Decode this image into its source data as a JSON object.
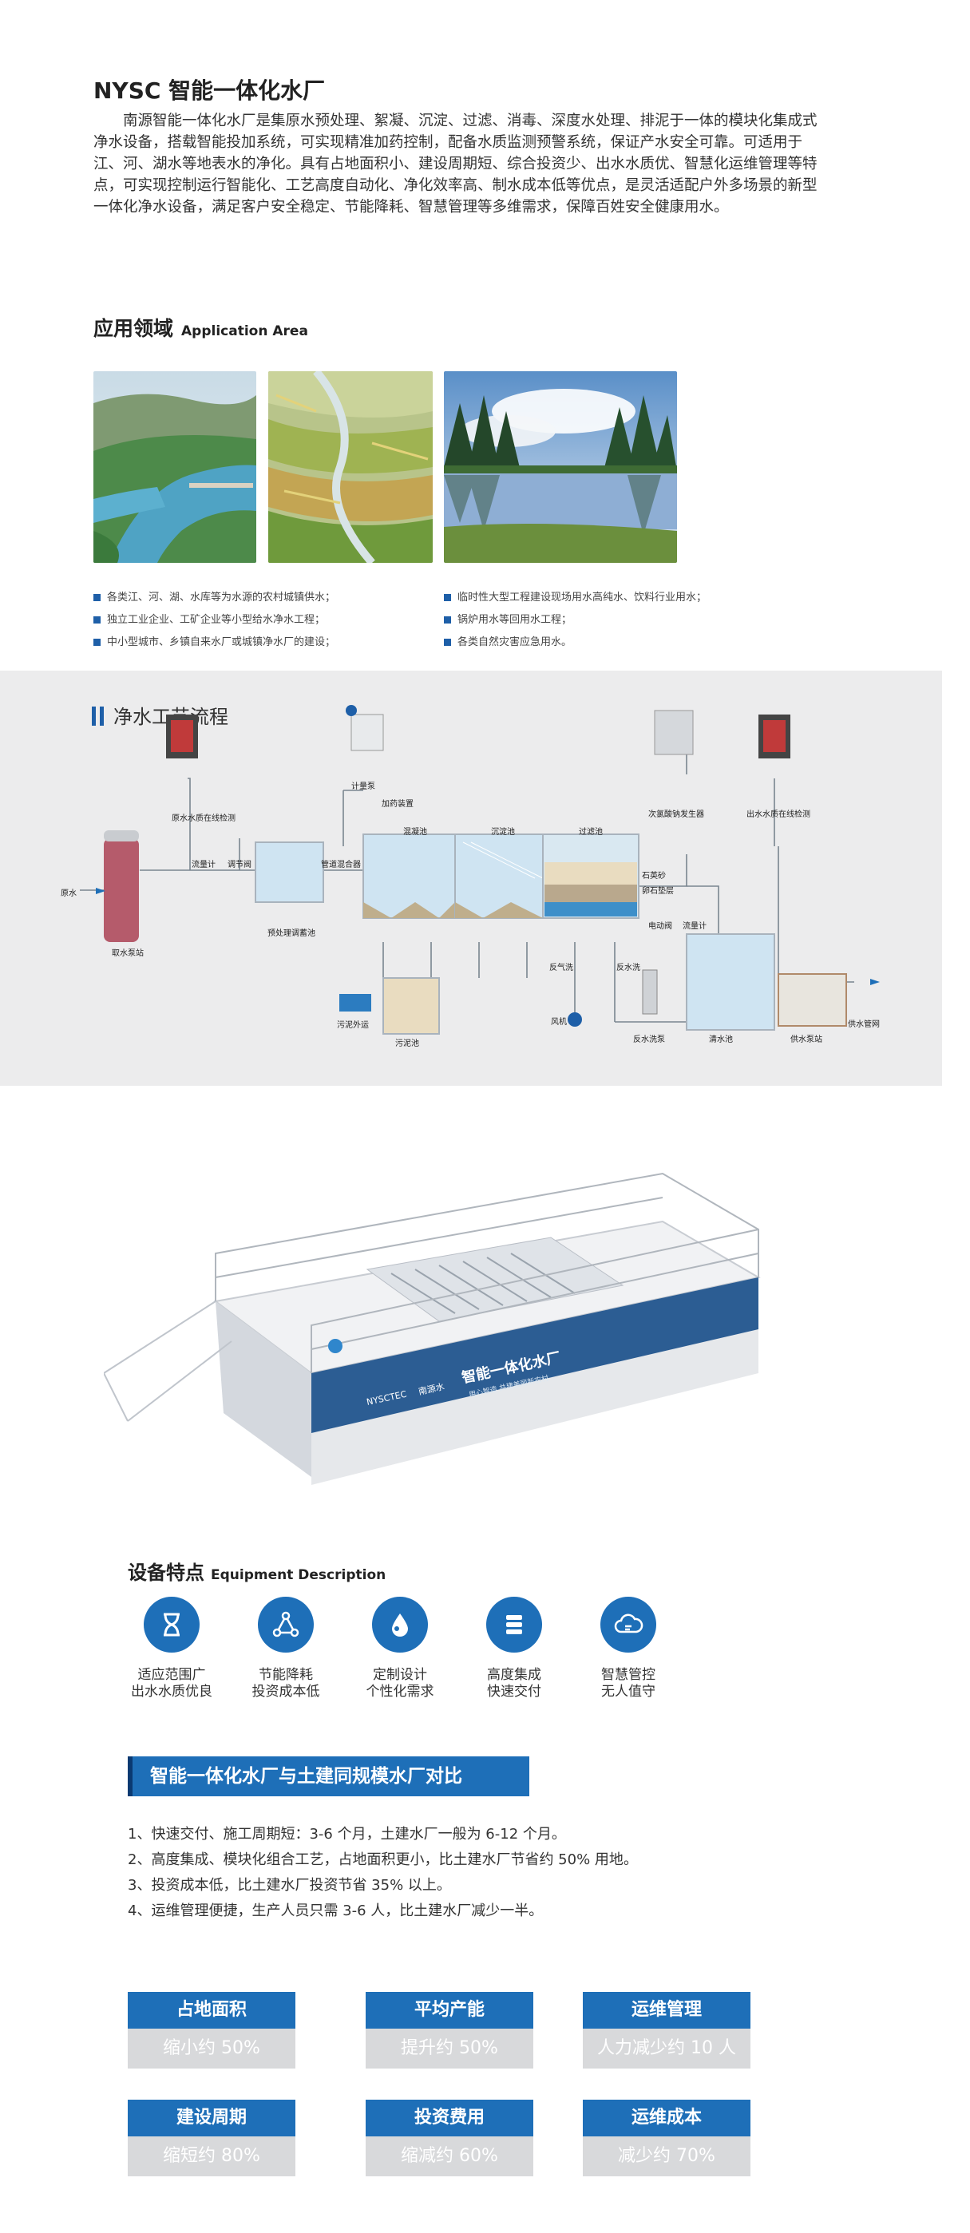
{
  "title": "NYSC 智能一体化水厂",
  "intro": "南源智能一体化水厂是集原水预处理、絮凝、沉淀、过滤、消毒、深度水处理、排泥于一体的模块化集成式净水设备，搭载智能投加系统，可实现精准加药控制，配备水质监测预警系统，保证产水安全可靠。可适用于江、河、湖水等地表水的净化。具有占地面积小、建设周期短、综合投资少、出水水质优、智慧化运维管理等特点，可实现控制运行智能化、工艺高度自动化、净化效率高、制水成本低等优点，是灵活适配户外多场景的新型一体化净水设备，满足客户安全稳定、节能降耗、智慧管理等多维需求，保障百姓安全健康用水。",
  "application": {
    "heading": "应用领域",
    "heading_en": "Application Area",
    "left_items": [
      "各类江、河、湖、水库等为水源的农村城镇供水；",
      "独立工业企业、工矿企业等小型给水净水工程；",
      "中小型城市、乡镇自来水厂或城镇净水厂的建设；"
    ],
    "right_items": [
      "临时性大型工程建设现场用水高纯水、饮料行业用水；",
      "锅炉用水等回用水工程；",
      "各类自然灾害应急用水。"
    ]
  },
  "process": {
    "heading": "净水工艺流程",
    "labels": {
      "raw_water": "原水",
      "intake_pump": "取水泵站",
      "raw_monitor": "原水水质在线检测",
      "flowmeter1": "流量计",
      "valve": "调节阀",
      "pretank": "预处理调蓄池",
      "mixer": "管道混合器",
      "dosing_pump": "计量泵",
      "dosing_device": "加药装置",
      "coag": "混凝池",
      "sed": "沉淀池",
      "filt": "过滤池",
      "quartz": "石英砂",
      "gravel": "卵石垫层",
      "motor_valve": "电动阀",
      "flowmeter2": "流量计",
      "chlorine": "次氯酸钠发生器",
      "out_monitor": "出水水质在线检测",
      "backwash_gas": "反气洗",
      "backwash_water": "反水洗",
      "blower": "风机",
      "backwash_pump": "反水洗泵",
      "clear_tank": "清水池",
      "supply_station": "供水泵站",
      "supply_pipe": "供水管网",
      "sludge_transport": "污泥外运",
      "sludge_tank": "污泥池"
    }
  },
  "plant": {
    "brand": "NYSCTEC",
    "brand_cn": "南源水",
    "name": "智能一体化水厂",
    "slogan": "用心智造 共建美丽新农村"
  },
  "features": {
    "heading": "设备特点",
    "heading_en": "Equipment Description",
    "items": [
      {
        "l1": "适应范围广",
        "l2": "出水水质优良",
        "icon": "hourglass-icon"
      },
      {
        "l1": "节能降耗",
        "l2": "投资成本低",
        "icon": "network-triangle-icon"
      },
      {
        "l1": "定制设计",
        "l2": "个性化需求",
        "icon": "water-drop-icon"
      },
      {
        "l1": "高度集成",
        "l2": "快速交付",
        "icon": "stack-icon"
      },
      {
        "l1": "智慧管控",
        "l2": "无人值守",
        "icon": "cloud-icon"
      }
    ]
  },
  "compare": {
    "heading": "智能一体化水厂与土建同规模水厂对比",
    "points": [
      "1、快速交付、施工周期短：3-6 个月，土建水厂一般为 6-12 个月。",
      "2、高度集成、模块化组合工艺，占地面积更小，比土建水厂节省约 50% 用地。",
      "3、投资成本低，比土建水厂投资节省 35% 以上。",
      "4、运维管理便捷，生产人员只需 3-6 人，比土建水厂减少一半。"
    ],
    "cards": [
      {
        "title": "占地面积",
        "value": "缩小约 50%"
      },
      {
        "title": "平均产能",
        "value": "提升约 50%"
      },
      {
        "title": "运维管理",
        "value": "人力减少约 10 人"
      },
      {
        "title": "建设周期",
        "value": "缩短约 80%"
      },
      {
        "title": "投资费用",
        "value": "缩减约 60%"
      },
      {
        "title": "运维成本",
        "value": "减少约 70%"
      }
    ]
  },
  "colors": {
    "accent": "#1e6fb8",
    "dark_accent": "#0a3a72",
    "card_bottom": "#d8d9db"
  }
}
